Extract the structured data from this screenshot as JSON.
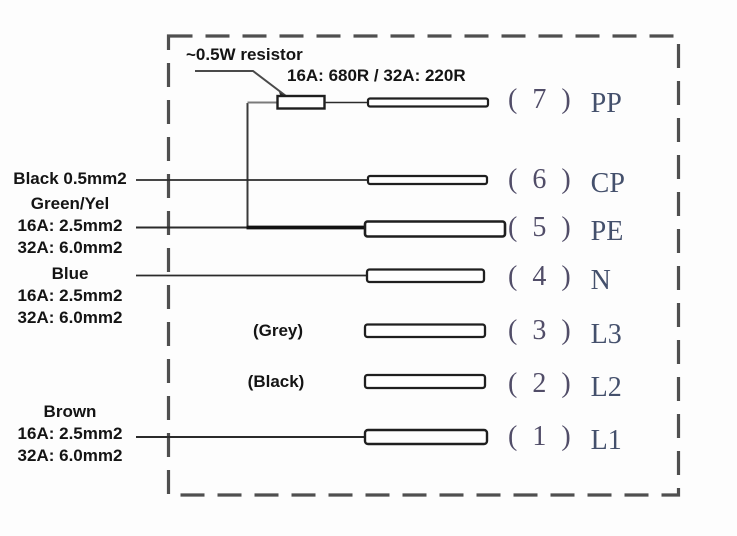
{
  "diagram": {
    "title_note": "~0.5W resistor",
    "resistor_values": "16A: 680R / 32A: 220R",
    "pins": [
      {
        "number": "( 7 )",
        "name": "PP"
      },
      {
        "number": "( 6 )",
        "name": "CP"
      },
      {
        "number": "( 5 )",
        "name": "PE"
      },
      {
        "number": "( 4 )",
        "name": "N"
      },
      {
        "number": "( 3 )",
        "name": "L3"
      },
      {
        "number": "( 2 )",
        "name": "L2"
      },
      {
        "number": "( 1 )",
        "name": "L1"
      }
    ],
    "wire_labels": [
      {
        "id": "cp-wire",
        "lines": [
          "Black 0.5mm2"
        ]
      },
      {
        "id": "pe-wire",
        "lines": [
          "Green/Yel",
          "16A: 2.5mm2",
          "32A: 6.0mm2"
        ]
      },
      {
        "id": "n-wire",
        "lines": [
          "Blue",
          "16A: 2.5mm2",
          "32A: 6.0mm2"
        ]
      },
      {
        "id": "l1-wire",
        "lines": [
          "Brown",
          "16A: 2.5mm2",
          "32A: 6.0mm2"
        ]
      }
    ],
    "inline_labels": [
      {
        "id": "l3-color",
        "text": "(Grey)"
      },
      {
        "id": "l2-color",
        "text": "(Black)"
      }
    ],
    "colors": {
      "pin_text": "#454e68",
      "label_text": "#141414",
      "line": "#2b2b2b",
      "dashed_border": "#4f4f4f",
      "terminal_fill": "#ffffff"
    }
  }
}
